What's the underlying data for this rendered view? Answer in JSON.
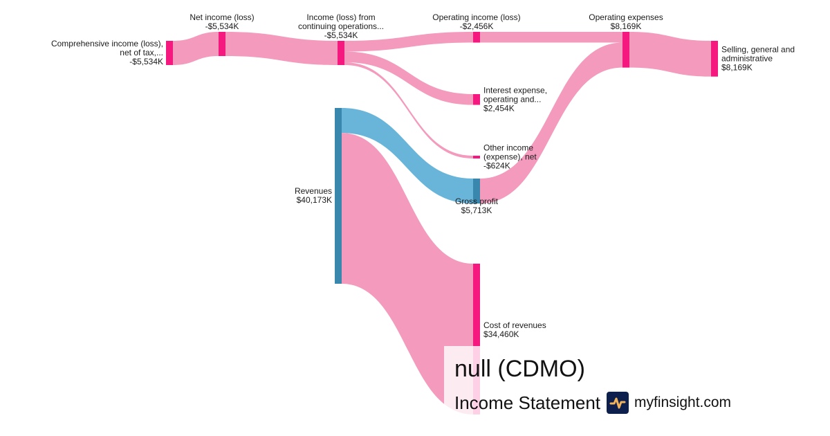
{
  "chart_data": {
    "type": "sankey",
    "title": "null (CDMO)",
    "subtitle": "Income Statement",
    "units": "USD thousands",
    "nodes": [
      {
        "id": "comprehensive",
        "label": [
          "Comprehensive income (loss),",
          "net of tax,..."
        ],
        "value_text": "-$5,534K",
        "value": -5534,
        "color": "#f5187f"
      },
      {
        "id": "net_income",
        "label": [
          "Net income (loss)"
        ],
        "value_text": "-$5,534K",
        "value": -5534,
        "color": "#f5187f"
      },
      {
        "id": "continuing_ops",
        "label": [
          "Income (loss) from",
          "continuing operations..."
        ],
        "value_text": "-$5,534K",
        "value": -5534,
        "color": "#f5187f"
      },
      {
        "id": "revenues",
        "label": [
          "Revenues"
        ],
        "value_text": "$40,173K",
        "value": 40173,
        "color": "#3a87ad"
      },
      {
        "id": "operating_income",
        "label": [
          "Operating income (loss)"
        ],
        "value_text": "-$2,456K",
        "value": -2456,
        "color": "#f5187f"
      },
      {
        "id": "interest_expense",
        "label": [
          "Interest expense,",
          "operating and..."
        ],
        "value_text": "$2,454K",
        "value": 2454,
        "color": "#f5187f"
      },
      {
        "id": "other_income",
        "label": [
          "Other income",
          "(expense), net"
        ],
        "value_text": "-$624K",
        "value": -624,
        "color": "#f5187f"
      },
      {
        "id": "gross_profit",
        "label": [
          "Gross profit"
        ],
        "value_text": "$5,713K",
        "value": 5713,
        "color": "#3a87ad"
      },
      {
        "id": "cost_of_revenues",
        "label": [
          "Cost of revenues"
        ],
        "value_text": "$34,460K",
        "value": 34460,
        "color": "#f5187f"
      },
      {
        "id": "operating_expenses",
        "label": [
          "Operating expenses"
        ],
        "value_text": "$8,169K",
        "value": 8169,
        "color": "#f5187f"
      },
      {
        "id": "sga",
        "label": [
          "Selling, general and",
          "administrative"
        ],
        "value_text": "$8,169K",
        "value": 8169,
        "color": "#f5187f"
      }
    ],
    "links": [
      {
        "source": "comprehensive",
        "target": "net_income",
        "value": 5534,
        "color": "#f39abd"
      },
      {
        "source": "net_income",
        "target": "continuing_ops",
        "value": 5534,
        "color": "#f39abd"
      },
      {
        "source": "continuing_ops",
        "target": "operating_income",
        "value": 2456,
        "color": "#f39abd"
      },
      {
        "source": "continuing_ops",
        "target": "interest_expense",
        "value": 2454,
        "color": "#f39abd"
      },
      {
        "source": "continuing_ops",
        "target": "other_income",
        "value": 624,
        "color": "#f39abd"
      },
      {
        "source": "revenues",
        "target": "gross_profit",
        "value": 5713,
        "color": "#69b5da"
      },
      {
        "source": "revenues",
        "target": "cost_of_revenues",
        "value": 34460,
        "color": "#f39abd"
      },
      {
        "source": "operating_income",
        "target": "operating_expenses",
        "value": 2456,
        "color": "#f39abd"
      },
      {
        "source": "gross_profit",
        "target": "operating_expenses",
        "value": 5713,
        "color": "#f39abd"
      },
      {
        "source": "operating_expenses",
        "target": "sga",
        "value": 8169,
        "color": "#f39abd"
      }
    ]
  },
  "footer": {
    "title": "null (CDMO)",
    "subtitle": "Income Statement",
    "brand": "myfinsight.com",
    "logo_icon": "pulse-line-icon",
    "logo_bg": "#0d1f4d",
    "logo_stroke": "#f0b35a"
  }
}
